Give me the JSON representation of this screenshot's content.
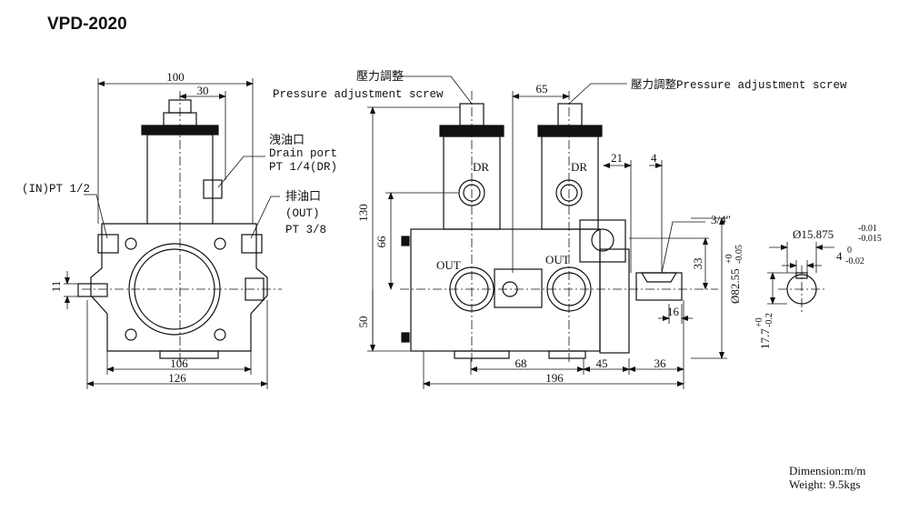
{
  "title": "VPD-2020",
  "left_view": {
    "dims": {
      "w100": "100",
      "w30": "30",
      "h11": "11",
      "w106": "106",
      "w126": "126"
    },
    "labels": {
      "in_port": "(IN)PT 1/2",
      "drain_zh": "洩油口",
      "drain_en": "Drain port",
      "drain_spec": "PT 1/4(DR)",
      "out_zh": "排油口",
      "out_en": "(OUT)",
      "out_spec": "PT 3/8"
    }
  },
  "side_view": {
    "labels": {
      "pressure_zh_1": "壓力調整",
      "pressure_en_1": "Pressure adjustment screw",
      "pressure_2": "壓力調整Pressure adjustment screw",
      "dr1": "DR",
      "dr2": "DR",
      "out1": "OUT",
      "out2": "OUT",
      "thread": "3/4\""
    },
    "dims": {
      "w65": "65",
      "w21": "21",
      "w4": "4",
      "h130": "130",
      "h66": "66",
      "h50": "50",
      "h33": "33",
      "h16": "16",
      "w68": "68",
      "w45": "45",
      "w36": "36",
      "w196": "196",
      "dia_main": "Ø82.55",
      "dia_tol_up": "+0",
      "dia_tol_dn": "-0.05"
    }
  },
  "shaft_view": {
    "dia": "Ø15.875",
    "dia_tol_up": "-0.01",
    "dia_tol_dn": "-0.015",
    "key": "4",
    "key_tol_up": "0",
    "key_tol_dn": "-0.02",
    "height": "17.7",
    "height_tol_up": "+0",
    "height_tol_dn": "-0.2"
  },
  "footer": {
    "dimension": "Dimension:m/m",
    "weight": "Weight: 9.5kgs"
  }
}
